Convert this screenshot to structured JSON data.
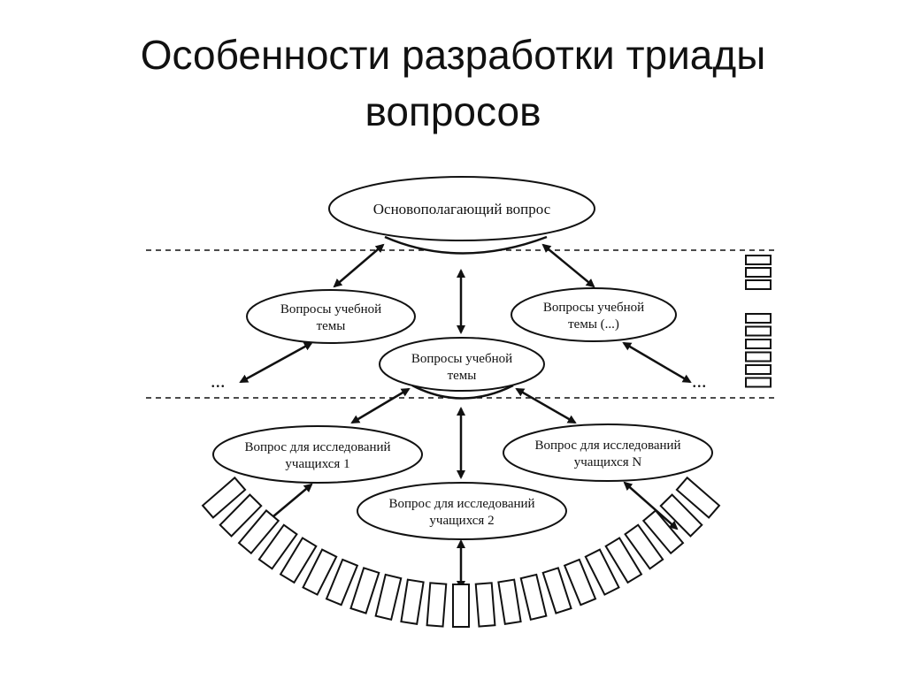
{
  "slide": {
    "title_line1": "Особенности разработки триады",
    "title_line2": "вопросов"
  },
  "diagram": {
    "top_node": "Основополагающий вопрос",
    "unit_nodes": [
      {
        "line1": "Вопросы учебной",
        "line2": "темы"
      },
      {
        "line1": "Вопросы учебной",
        "line2": "темы"
      },
      {
        "line1": "Вопросы учебной",
        "line2": "темы (...)"
      }
    ],
    "student_nodes": [
      {
        "line1": "Вопрос для исследований",
        "line2": "учащихся 1"
      },
      {
        "line1": "Вопрос для исследований",
        "line2": "учащихся 2"
      },
      {
        "line1": "Вопрос для исследований",
        "line2": "учащихся N"
      }
    ],
    "ellipsis": "..."
  },
  "colors": {
    "ink": "#111111",
    "background": "#ffffff"
  }
}
